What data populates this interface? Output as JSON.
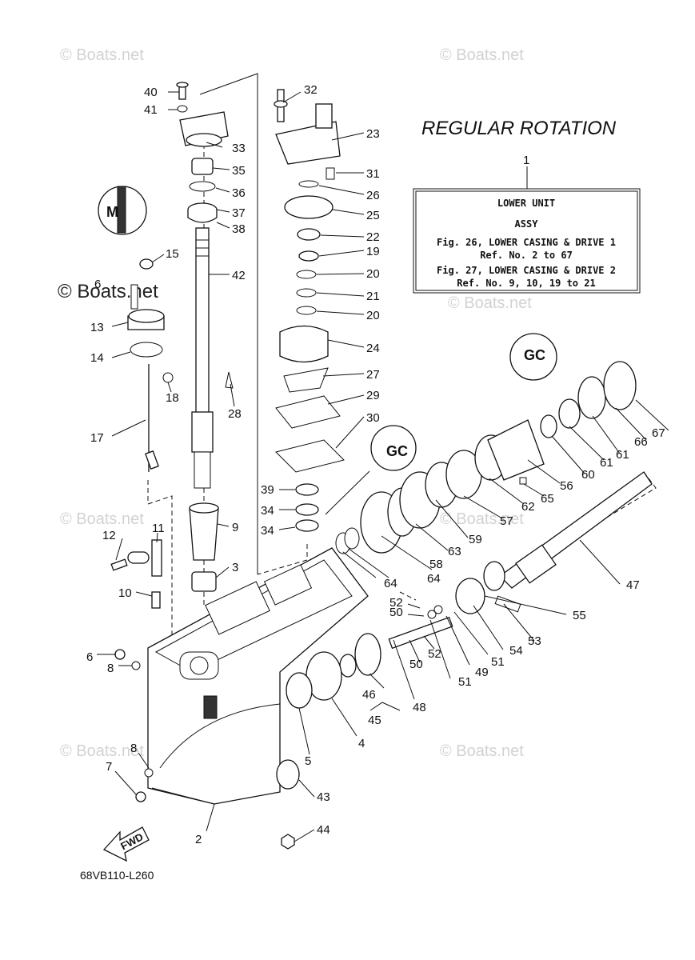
{
  "title": "REGULAR ROTATION",
  "info_box": {
    "ref_number": "1",
    "line1": "LOWER UNIT",
    "line2": "ASSY",
    "line3": "Fig. 26, LOWER CASING & DRIVE 1",
    "line4": "Ref. No. 2 to 67",
    "line5": "Fig. 27, LOWER CASING & DRIVE 2",
    "line6": "Ref. No. 9, 10, 19 to 21"
  },
  "diagram_code": "68VB110-L260",
  "fwd_label": "FWD",
  "watermark": "© Boats.net",
  "part_labels": {
    "p2": "2",
    "p3": "3",
    "p4": "4",
    "p5": "5",
    "p6": "6",
    "p7": "7",
    "p8a": "8",
    "p8b": "8",
    "p9": "9",
    "p10": "10",
    "p11": "11",
    "p12": "12",
    "p13": "13",
    "p14": "14",
    "p15": "15",
    "p16": "6",
    "p17": "17",
    "p18": "18",
    "p19": "19",
    "p20a": "20",
    "p20b": "20",
    "p21": "21",
    "p22": "22",
    "p23": "23",
    "p24": "24",
    "p25": "25",
    "p26": "26",
    "p27": "27",
    "p28": "28",
    "p29": "29",
    "p30": "30",
    "p31": "31",
    "p32": "32",
    "p33": "33",
    "p34a": "34",
    "p34b": "34",
    "p35": "35",
    "p36": "36",
    "p37": "37",
    "p38": "38",
    "p39": "39",
    "p40": "40",
    "p41": "41",
    "p42": "42",
    "p43": "43",
    "p44": "44",
    "p45": "45",
    "p46": "46",
    "p47": "47",
    "p48": "48",
    "p49": "49",
    "p50a": "50",
    "p50b": "50",
    "p51a": "51",
    "p51b": "51",
    "p52a": "52",
    "p52b": "52",
    "p53": "53",
    "p54": "54",
    "p55": "55",
    "p56": "56",
    "p57": "57",
    "p58": "58",
    "p59": "59",
    "p60": "60",
    "p61": "61",
    "p62": "62",
    "p63": "63",
    "p64a": "64",
    "p64b": "64",
    "p65": "65",
    "p66": "66",
    "p67": "67"
  }
}
